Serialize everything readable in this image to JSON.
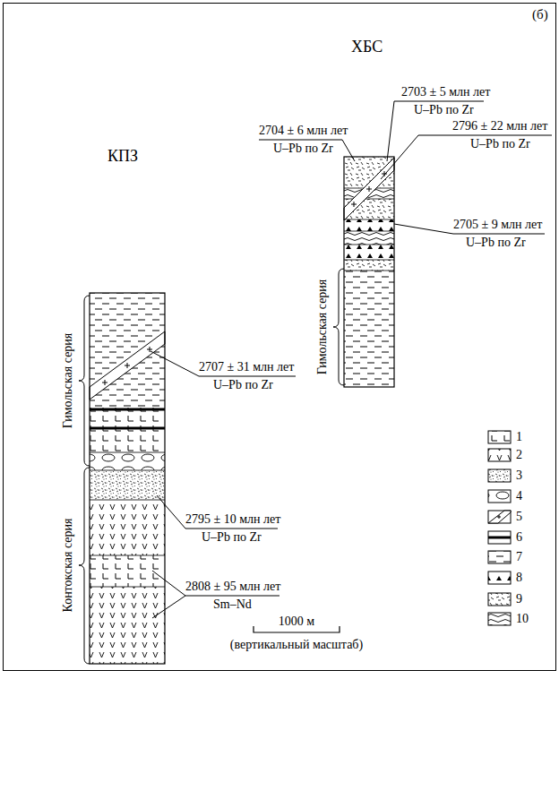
{
  "diagram": {
    "labels": [
      "(б)",
      "ХБС",
      "2704 ± 6 млн лет",
      "U–Pb по Zr",
      "2703 ± 5 млн лет",
      "U–Pb по Zr",
      "2796 ± 22 млн лет",
      "U–Pb по Zr",
      "2705 ± 9 млн лет",
      "U–Pb по Zr",
      "КПЗ",
      "Гимольская серия",
      "Гимольская серия",
      "2707 ± 31 млн лет",
      "U–Pb по Zr",
      "2795 ± 10 млн лет",
      "U–Pb по Zr",
      "Контокская серия",
      "2808 ± 95 млн лет",
      "Sm–Nd",
      "1000 м",
      "(вертикальный масштаб)"
    ],
    "legend": [
      {
        "text": "1"
      },
      {
        "text": "2"
      },
      {
        "text": "3"
      },
      {
        "text": "4"
      },
      {
        "text": "5"
      },
      {
        "text": "6"
      },
      {
        "text": "7"
      },
      {
        "text": "8"
      },
      {
        "text": "9"
      },
      {
        "text": "10"
      }
    ]
  }
}
